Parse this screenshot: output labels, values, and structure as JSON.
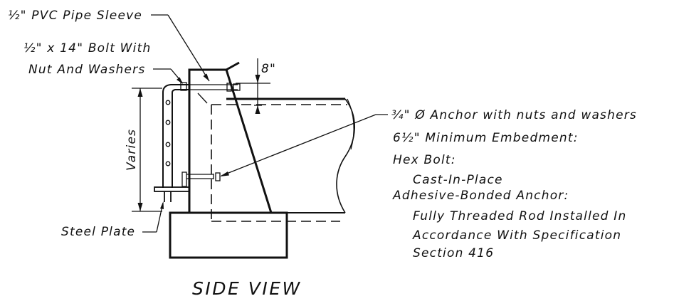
{
  "labels": {
    "pvc_sleeve": "½\" PVC Pipe Sleeve",
    "bolt_line1": "½\" x 14\" Bolt With",
    "bolt_line2": "Nut And Washers",
    "dim_8": "8\"",
    "varies": "Varies",
    "anchor": "¾\" Ø Anchor with nuts and washers",
    "embedment": "6½\" Minimum Embedment:",
    "hex_bolt": "Hex Bolt:",
    "cast_in_place": "Cast-In-Place",
    "adhesive": "Adhesive-Bonded Anchor:",
    "threaded_1": "Fully Threaded Rod Installed In",
    "threaded_2": "Accordance With Specification",
    "threaded_3": "Section 416",
    "steel_plate": "Steel Plate",
    "view_title": "SIDE VIEW"
  }
}
